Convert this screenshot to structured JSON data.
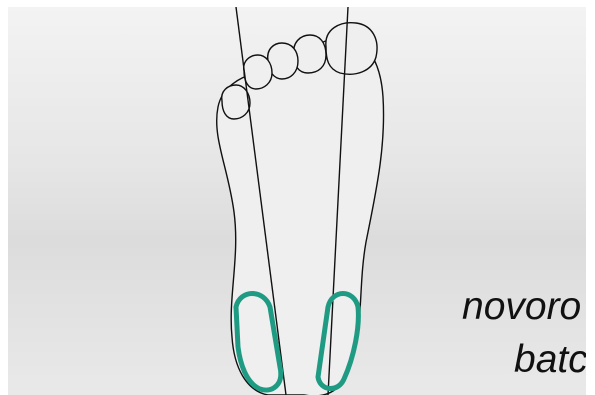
{
  "caption": {
    "line1": "novoro",
    "line2": "batc"
  },
  "colors": {
    "background_light": "#f3f3f3",
    "background_dark": "#dcdcdc",
    "foot_fill": "#efefef",
    "outline": "#111111",
    "highlight": "#1f9b84",
    "text": "#111111"
  },
  "figure": {
    "subject": "foot-outline-top-view",
    "highlighted_regions": 2
  }
}
